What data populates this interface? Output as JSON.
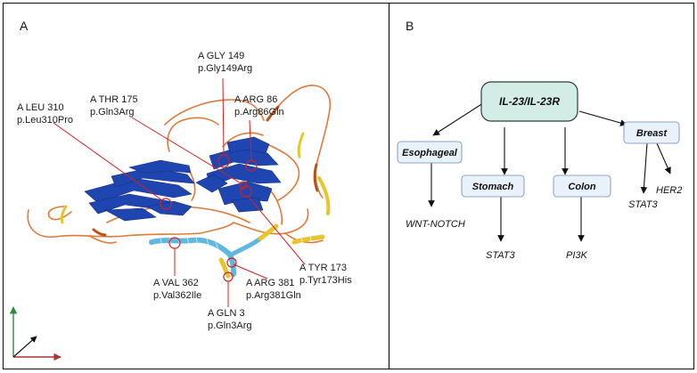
{
  "panel_a": {
    "letter": "A",
    "labels": [
      {
        "name": "A GLY 149",
        "variant": "p.Gly149Arg"
      },
      {
        "name": "A THR 175",
        "variant": "p.Gln3Arg"
      },
      {
        "name": "A ARG 86",
        "variant": "p.Arg86Gln"
      },
      {
        "name": "A LEU 310",
        "variant": "p.Leu310Pro"
      },
      {
        "name": "A TYR 173",
        "variant": "p.Tyr173His"
      },
      {
        "name": "A VAL 362",
        "variant": "p.Val362Ile"
      },
      {
        "name": "A ARG 381",
        "variant": "p.Arg381Gln"
      },
      {
        "name": "A GLN 3",
        "variant": "p.Gln3Arg"
      }
    ]
  },
  "panel_b": {
    "letter": "B",
    "root": "IL-23/IL-23R",
    "cancers": [
      "Esophageal",
      "Stomach",
      "Colon",
      "Breast"
    ],
    "pathways": [
      "WNT-NOTCH",
      "STAT3",
      "PI3K",
      "STAT3",
      "HER2"
    ]
  },
  "colors": {
    "helix_blue": "#1f45b0",
    "loop_orange": "#e07a3a",
    "helix_yellow": "#e8c52a",
    "helix_cyan": "#5fb8df",
    "callout_red": "#d42020",
    "root_fill": "#d4ece6",
    "node_fill": "#e9f1fb"
  }
}
